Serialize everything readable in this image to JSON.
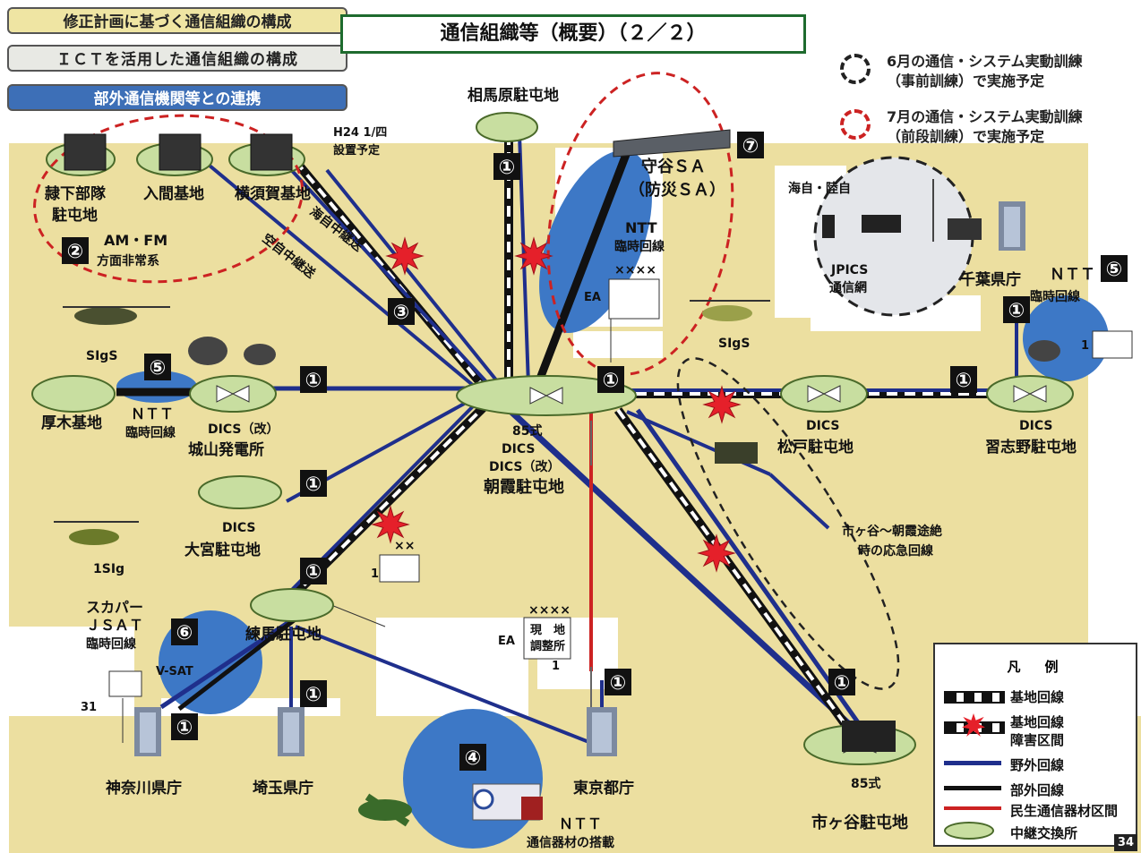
{
  "tabs": [
    {
      "label": "修正計画に基づく通信組織の構成"
    },
    {
      "label": "ＩＣＴを活用した通信組織の構成"
    },
    {
      "label": "部外通信機関等との連携"
    }
  ],
  "title": "通信組織等（概要）（２／２）",
  "notes": [
    {
      "line1": "6月の通信・システム実動訓練",
      "line2": "（事前訓練）で実施予定",
      "ring_color": "#222222"
    },
    {
      "line1": "7月の通信・システム実動訓練",
      "line2": "（前段訓練）で実施予定",
      "ring_color": "#cc2222"
    }
  ],
  "colors": {
    "background_land": "#ecdfa0",
    "node_fill": "#c8dea0",
    "circle_blue": "#3d78c6",
    "field_line": "#1f2f8c",
    "outside_line": "#111111",
    "civil_line": "#cc2222",
    "explosion": "#e5202a"
  },
  "nodes": {
    "asaka": {
      "lines": [
        "85式",
        "DICS",
        "DICS（改）"
      ],
      "name": "朝霞駐屯地"
    },
    "sagamihara": {
      "name": "相馬原駐屯地"
    },
    "moriya": {
      "line1": "守谷ＳＡ",
      "line2": "（防災ＳＡ）"
    },
    "atsugi": {
      "name": "厚木基地"
    },
    "shiroyama": {
      "sub": "DICS（改）",
      "name": "城山発電所"
    },
    "omiya": {
      "sub": "DICS",
      "name": "大宮駐屯地"
    },
    "nerima": {
      "name": "練馬駐屯地"
    },
    "matsudo": {
      "sub": "DICS",
      "name": "松戸駐屯地"
    },
    "narashino": {
      "sub": "DICS",
      "name": "習志野駐屯地"
    },
    "ichigaya": {
      "sub": "85式",
      "name": "市ヶ谷駐屯地"
    },
    "kanagawa": {
      "name": "神奈川県庁"
    },
    "saitama": {
      "name": "埼玉県庁"
    },
    "tokyo": {
      "name": "東京都庁"
    },
    "chiba": {
      "name": "千葉県庁"
    },
    "subordinate": {
      "line1": "隷下部隊",
      "line2": "駐屯地"
    },
    "iruma": {
      "name": "入間基地"
    },
    "yokosuka": {
      "name": "横須賀基地"
    }
  },
  "labels": {
    "h24": "H24 1/四",
    "setchi": "設置予定",
    "amfm1": "AM・FM",
    "amfm2": "方面非常系",
    "kaiji": "海自中継送",
    "kuji": "空自中継送",
    "ntt_rinji": "NTT",
    "rinji_kaisen": "臨時回線",
    "ntt_atsugi": "ＮＴＴ",
    "rinji_atsugi": "臨時回線",
    "ntt_chiba": "ＮＴＴ",
    "rinji_chiba": "臨時回線",
    "sigs1": "SIgS",
    "sigs2": "SIgS",
    "sig1": "1SIg",
    "skyperfect1": "スカパー",
    "skyperfect2": "ＪＳＡＴ",
    "skyperfect3": "臨時回線",
    "kaiji_rikuji": "海自・陸自",
    "jpics1": "JPICS",
    "jpics2": "通信網",
    "ichigaya_emg1": "市ヶ谷～朝霞途絶",
    "ichigaya_emg2": "時の応急回線",
    "genchi1": "現　地",
    "genchi2": "調整所",
    "xxxx1": "××××",
    "xxxx2": "××××",
    "xx": "××",
    "ea1": "EA",
    "ea2": "EA",
    "num_31": "31",
    "num_1a": "1",
    "num_1b": "1",
    "num_1c": "1",
    "ntt_equip1": "ＮＴＴ",
    "ntt_equip2": "通信器材の搭載",
    "vsat": "V-SAT"
  },
  "badges": {
    "one": "①",
    "two": "②",
    "three": "③",
    "four": "④",
    "five": "⑤",
    "six": "⑥",
    "seven": "⑦"
  },
  "legend": {
    "title": "凡　例",
    "items": [
      {
        "label": "基地回線"
      },
      {
        "label": "基地回線",
        "label2": "障害区間"
      },
      {
        "label": "野外回線"
      },
      {
        "label": "部外回線"
      },
      {
        "label": "民生通信器材区間"
      },
      {
        "label": "中継交換所"
      }
    ]
  },
  "page_number": "34"
}
